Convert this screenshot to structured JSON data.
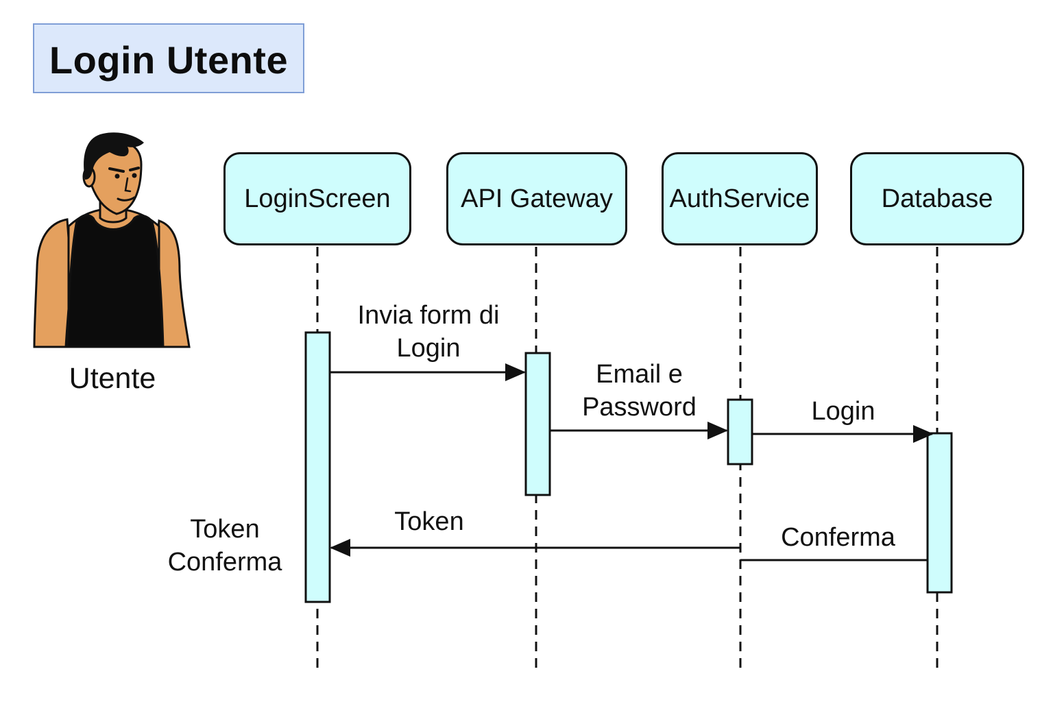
{
  "title": "Login Utente",
  "actor": {
    "label": "Utente",
    "icon": "man-in-tank-top-icon",
    "colors": {
      "skin": "#e4a05e",
      "hair": "#111111",
      "shirt": "#0c0c0c"
    }
  },
  "participants": [
    {
      "id": "loginscreen",
      "label": "LoginScreen"
    },
    {
      "id": "apigateway",
      "label": "API Gateway"
    },
    {
      "id": "authservice",
      "label": "AuthService"
    },
    {
      "id": "database",
      "label": "Database"
    }
  ],
  "messages": [
    {
      "from": "LoginScreen",
      "to": "API Gateway",
      "label": "Invia form di Login"
    },
    {
      "from": "API Gateway",
      "to": "AuthService",
      "label": "Email e Password"
    },
    {
      "from": "AuthService",
      "to": "Database",
      "label": "Login"
    },
    {
      "from": "AuthService",
      "to": "LoginScreen",
      "label": "Token"
    },
    {
      "from": "Database",
      "to": "AuthService",
      "label": "Conferma"
    }
  ],
  "side_note": {
    "line1": "Token",
    "line2": "Conferma"
  },
  "colors": {
    "title_background": "#dce8fb",
    "title_border": "#7f9ed6",
    "participant_fill": "#cffdfd",
    "activation_fill": "#cffdfd",
    "stroke": "#111111"
  }
}
